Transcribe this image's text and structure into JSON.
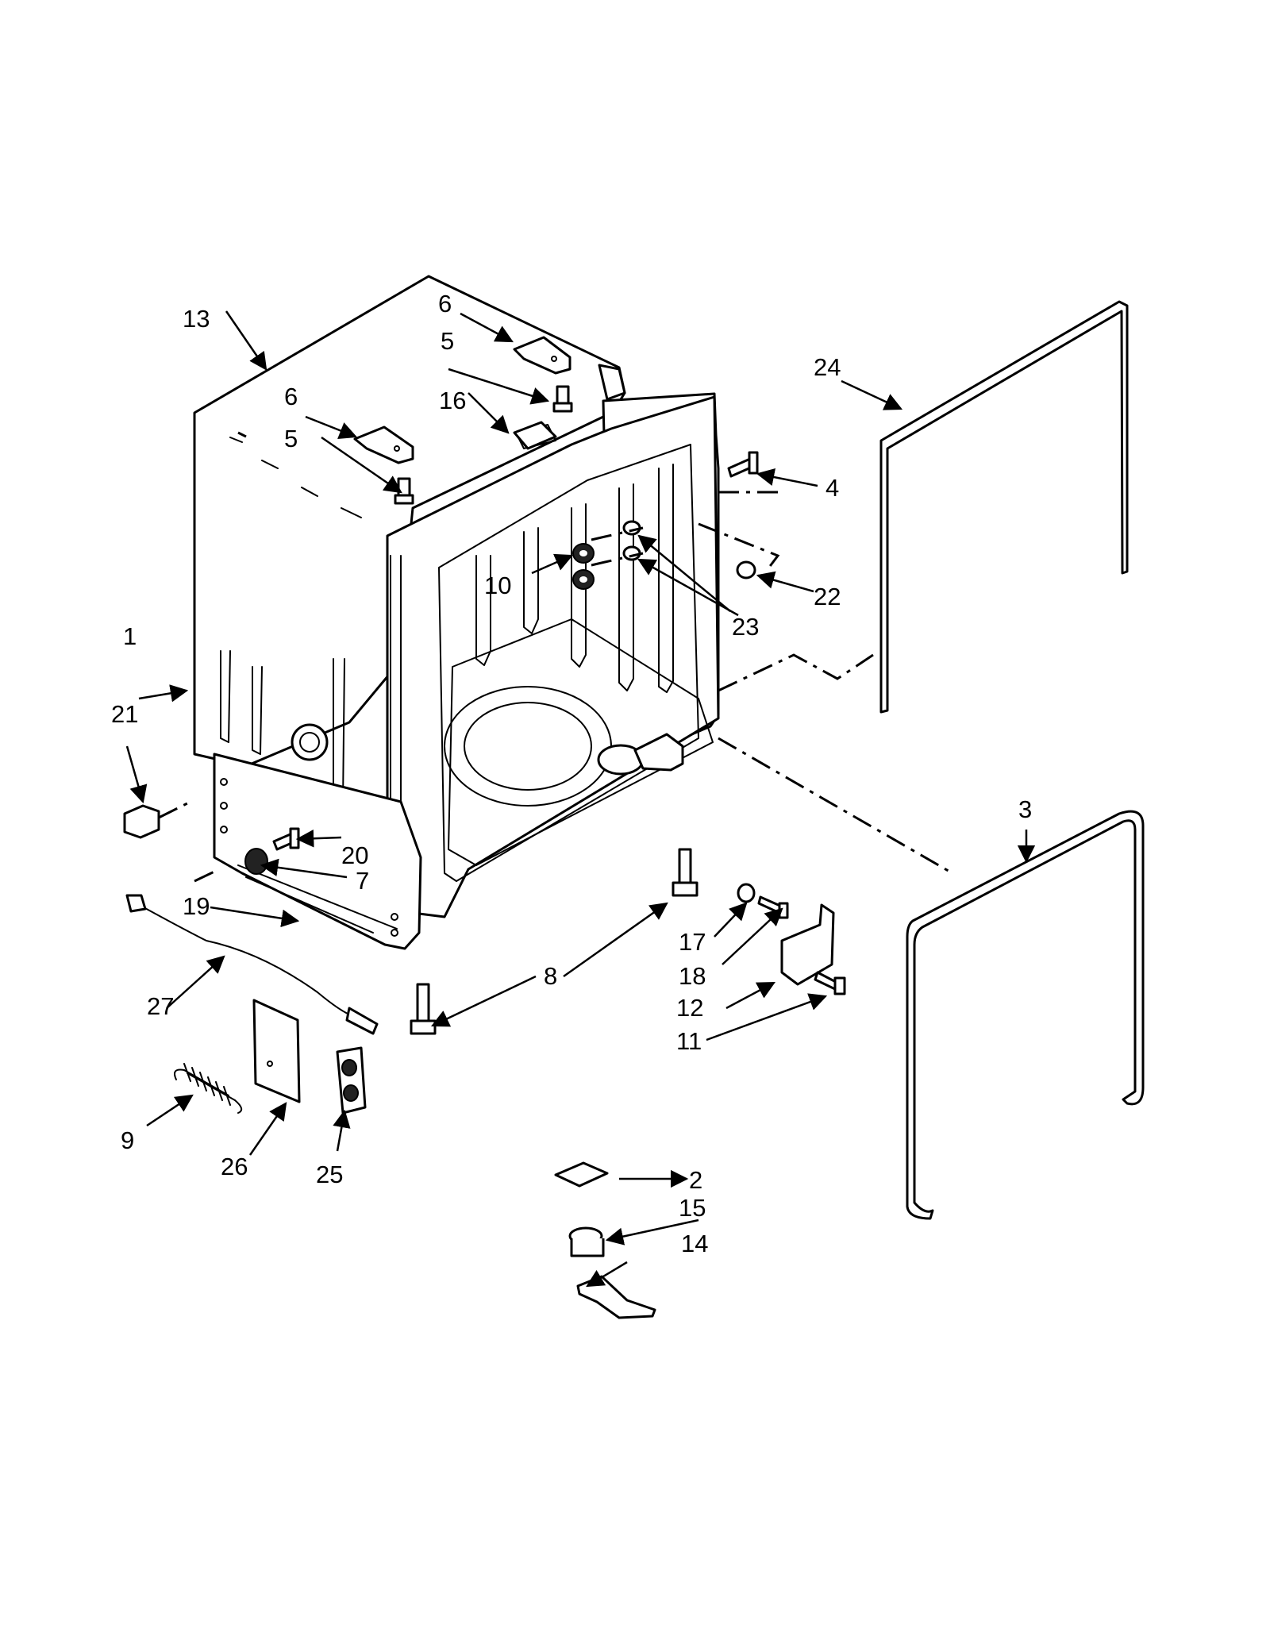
{
  "labels": {
    "l1": "1",
    "l2": "2",
    "l3": "3",
    "l4": "4",
    "l5a": "5",
    "l5b": "5",
    "l6a": "6",
    "l6b": "6",
    "l7": "7",
    "l8": "8",
    "l9": "9",
    "l10": "10",
    "l11": "11",
    "l12": "12",
    "l13": "13",
    "l14": "14",
    "l15": "15",
    "l16": "16",
    "l17": "17",
    "l18": "18",
    "l19": "19",
    "l20": "20",
    "l21": "21",
    "l22": "22",
    "l23": "23",
    "l24": "24",
    "l25": "25",
    "l26": "26",
    "l27": "27"
  }
}
